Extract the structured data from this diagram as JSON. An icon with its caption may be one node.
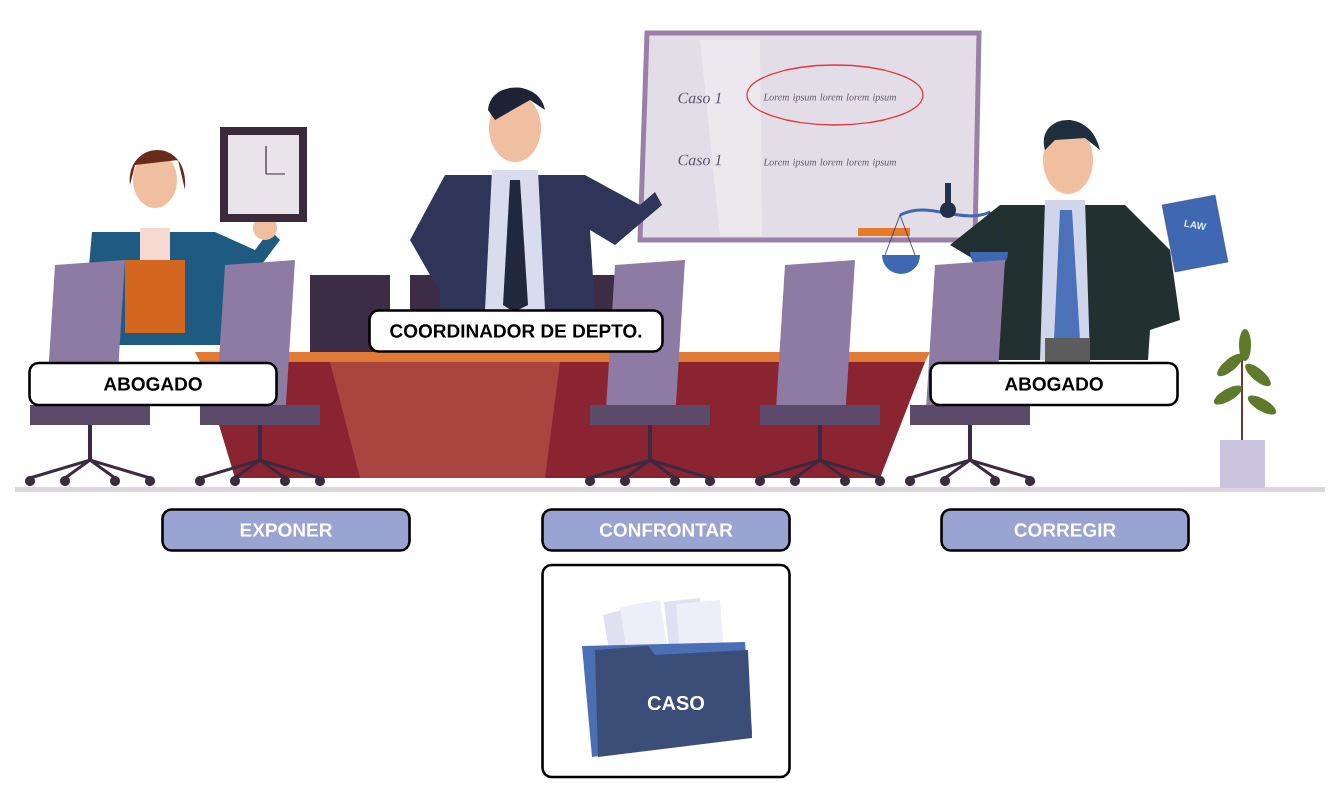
{
  "diagram": {
    "nodes": [
      {
        "text": [
          "ABOGADO"
        ]
      },
      {
        "text": [
          "COORDINADOR DE DEPTO."
        ]
      },
      {
        "text": [
          "ABOGADO"
        ]
      },
      {
        "text": [
          "EXPONER"
        ]
      },
      {
        "text": [
          "CONFRONTAR"
        ]
      },
      {
        "text": [
          "CORREGIR"
        ]
      },
      {
        "text": [],
        "shape": "box"
      },
      {
        "text": [
          "CASO"
        ],
        "in": 6
      }
    ],
    "labels": [
      "Caso 1",
      "Lorem ipsum lorem lorem ipsum",
      "Caso 1",
      "Lorem ipsum lorem lorem ipsum",
      "LAW"
    ]
  }
}
